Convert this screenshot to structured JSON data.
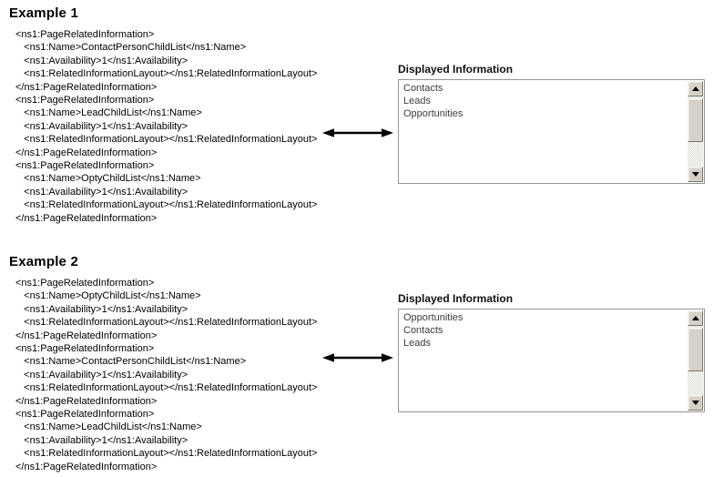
{
  "examples": [
    {
      "title": "Example 1",
      "xml_lines": [
        "<ns1:PageRelatedInformation>",
        "   <ns1:Name>ContactPersonChildList</ns1:Name>",
        "   <ns1:Availability>1</ns1:Availability>",
        "   <ns1:RelatedInformationLayout></ns1:RelatedInformationLayout>",
        "</ns1:PageRelatedInformation>",
        "<ns1:PageRelatedInformation>",
        "   <ns1:Name>LeadChildList</ns1:Name>",
        "   <ns1:Availability>1</ns1:Availability>",
        "   <ns1:RelatedInformationLayout></ns1:RelatedInformationLayout>",
        "</ns1:PageRelatedInformation>",
        "<ns1:PageRelatedInformation>",
        "   <ns1:Name>OptyChildList</ns1:Name>",
        "   <ns1:Availability>1</ns1:Availability>",
        "   <ns1:RelatedInformationLayout></ns1:RelatedInformationLayout>",
        "</ns1:PageRelatedInformation>"
      ],
      "panel": {
        "label": "Displayed Information",
        "items": [
          "Contacts",
          "Leads",
          "Opportunities"
        ]
      }
    },
    {
      "title": "Example 2",
      "xml_lines": [
        "<ns1:PageRelatedInformation>",
        "   <ns1:Name>OptyChildList</ns1:Name>",
        "   <ns1:Availability>1</ns1:Availability>",
        "   <ns1:RelatedInformationLayout></ns1:RelatedInformationLayout>",
        "</ns1:PageRelatedInformation>",
        "<ns1:PageRelatedInformation>",
        "   <ns1:Name>ContactPersonChildList</ns1:Name>",
        "   <ns1:Availability>1</ns1:Availability>",
        "   <ns1:RelatedInformationLayout></ns1:RelatedInformationLayout>",
        "</ns1:PageRelatedInformation>",
        "<ns1:PageRelatedInformation>",
        "   <ns1:Name>LeadChildList</ns1:Name>",
        "   <ns1:Availability>1</ns1:Availability>",
        "   <ns1:RelatedInformationLayout></ns1:RelatedInformationLayout>",
        "</ns1:PageRelatedInformation>"
      ],
      "panel": {
        "label": "Displayed Information",
        "items": [
          "Opportunities",
          "Contacts",
          "Leads"
        ]
      }
    }
  ],
  "colors": {
    "background": "#ffffff",
    "text": "#000000",
    "list_item_text": "#3c3c3c",
    "listbox_border": "#949494",
    "scrollbar_face": "#d5d1c9",
    "scrollbar_hatch": "#dbd7d0",
    "arrow": "#000000"
  }
}
